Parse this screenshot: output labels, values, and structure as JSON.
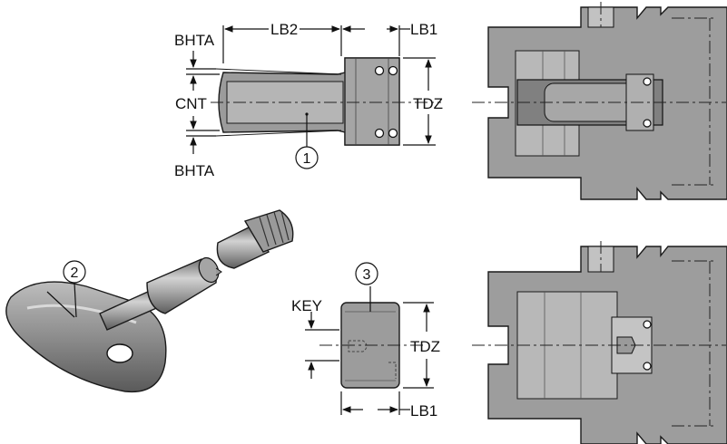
{
  "labels": {
    "bhta_top": "BHTA",
    "bhta_bottom": "BHTA",
    "lb2": "LB2",
    "lb1_top": "LB1",
    "cnt": "CNT",
    "tdz_top": "TDZ",
    "key": "KEY",
    "tdz_bottom": "TDZ",
    "lb1_bottom": "LB1"
  },
  "callouts": {
    "one": "1",
    "two": "2",
    "three": "3"
  },
  "colors": {
    "part_fill": "#9a9a9a",
    "part_light": "#c4c4c4",
    "part_dark": "#6e6e6e",
    "line": "#111111"
  }
}
